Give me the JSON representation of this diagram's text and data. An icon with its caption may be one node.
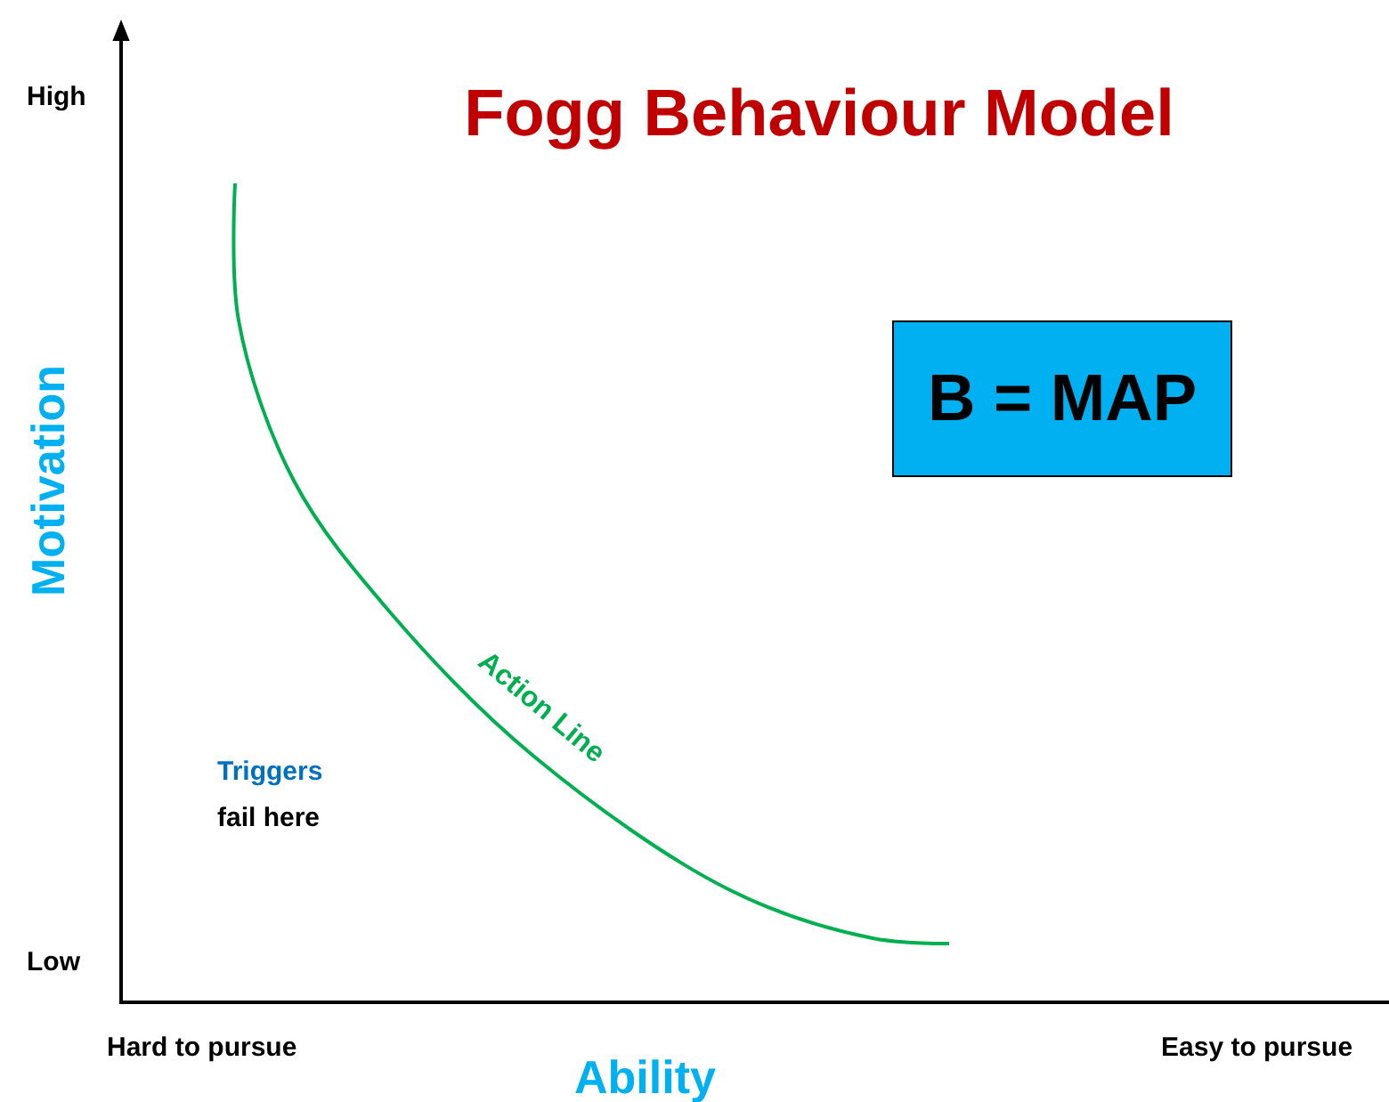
{
  "diagram": {
    "title": "Fogg Behaviour Model",
    "nodes": [
      {
        "text": [
          "B = MAP"
        ]
      }
    ],
    "labels": [
      "High",
      "Motivation",
      "Action Line",
      "Triggers",
      "fail here",
      "Low",
      "Hard to pursue",
      "Ability",
      "Easy to pursue"
    ]
  }
}
